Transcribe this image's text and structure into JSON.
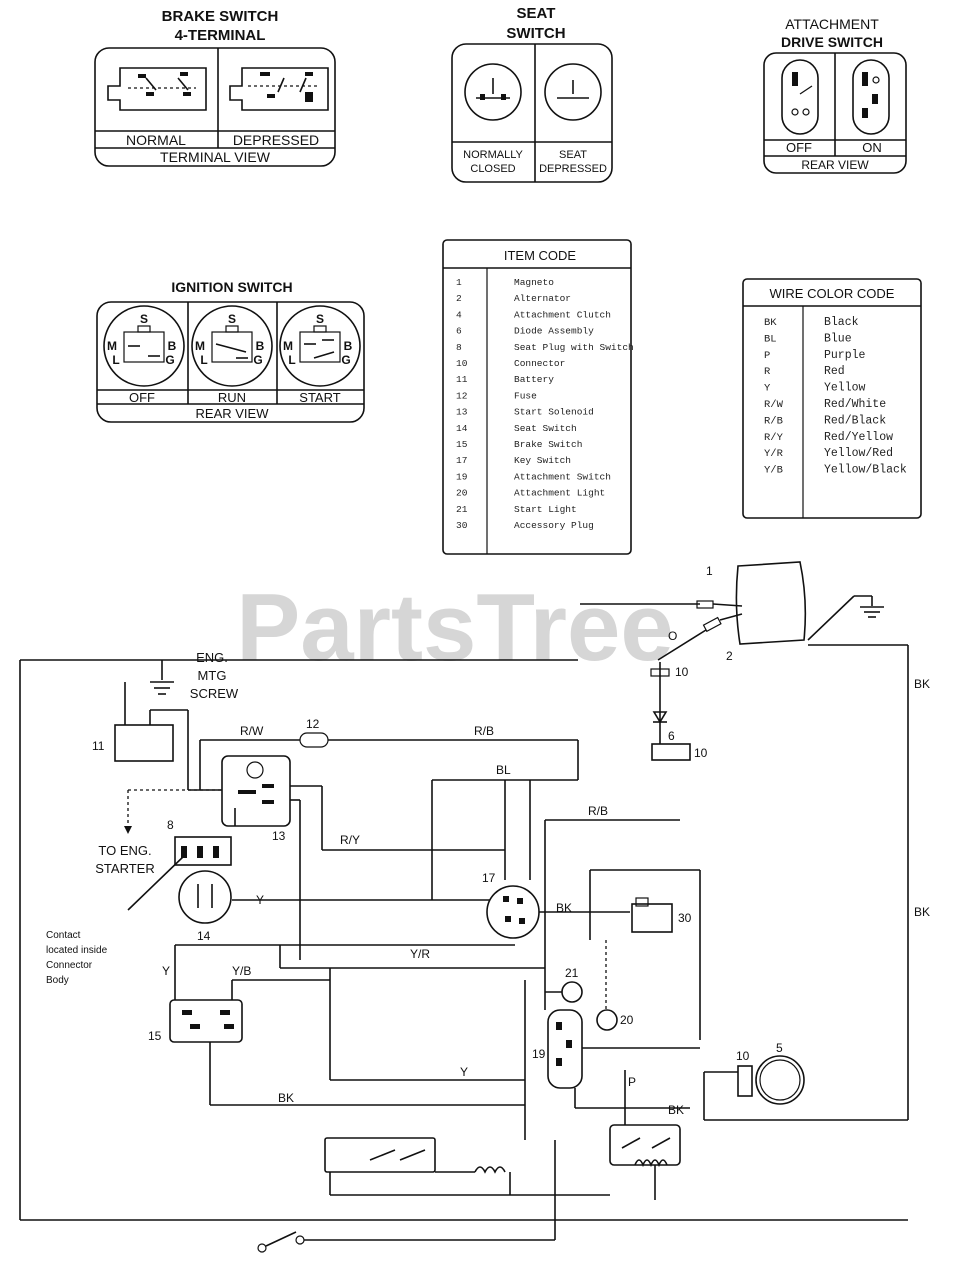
{
  "watermark": "PartsTree",
  "brake_switch": {
    "title": [
      "BRAKE SWITCH",
      "4-TERMINAL"
    ],
    "states": [
      "NORMAL",
      "DEPRESSED"
    ],
    "footer": "TERMINAL VIEW"
  },
  "seat_switch": {
    "title": [
      "SEAT",
      "SWITCH"
    ],
    "states": [
      [
        "NORMALLY",
        "CLOSED"
      ],
      [
        "SEAT",
        "DEPRESSED"
      ]
    ]
  },
  "attachment_switch": {
    "title": [
      "ATTACHMENT",
      "DRIVE SWITCH"
    ],
    "states": [
      "OFF",
      "ON"
    ],
    "footer": "REAR VIEW"
  },
  "ignition_switch": {
    "title": "IGNITION SWITCH",
    "terminals": [
      "S",
      "M",
      "B",
      "L",
      "G"
    ],
    "states": [
      "OFF",
      "RUN",
      "START"
    ],
    "footer": "REAR VIEW"
  },
  "item_code": {
    "title": "ITEM CODE",
    "rows": [
      [
        "1",
        "Magneto"
      ],
      [
        "2",
        "Alternator"
      ],
      [
        "4",
        "Attachment Clutch"
      ],
      [
        "6",
        "Diode Assembly"
      ],
      [
        "8",
        "Seat Plug with Switch"
      ],
      [
        "10",
        "Connector"
      ],
      [
        "11",
        "Battery"
      ],
      [
        "12",
        "Fuse"
      ],
      [
        "13",
        "Start Solenoid"
      ],
      [
        "14",
        "Seat Switch"
      ],
      [
        "15",
        "Brake Switch"
      ],
      [
        "17",
        "Key Switch"
      ],
      [
        "19",
        "Attachment Switch"
      ],
      [
        "20",
        "Attachment Light"
      ],
      [
        "21",
        "Start Light"
      ],
      [
        "30",
        "Accessory Plug"
      ]
    ]
  },
  "wire_color_code": {
    "title": "WIRE COLOR CODE",
    "rows": [
      [
        "BK",
        "Black"
      ],
      [
        "BL",
        "Blue"
      ],
      [
        "P",
        "Purple"
      ],
      [
        "R",
        "Red"
      ],
      [
        "Y",
        "Yellow"
      ],
      [
        "R/W",
        "Red/White"
      ],
      [
        "R/B",
        "Red/Black"
      ],
      [
        "R/Y",
        "Red/Yellow"
      ],
      [
        "Y/R",
        "Yellow/Red"
      ],
      [
        "Y/B",
        "Yellow/Black"
      ]
    ]
  },
  "schematic": {
    "ground_label": [
      "ENG.",
      "MTG",
      "SCREW"
    ],
    "starter_label": [
      "TO ENG.",
      "STARTER"
    ],
    "contact_note": [
      "Contact",
      "located inside",
      "Connector",
      "Body"
    ],
    "numbers": {
      "n1": "1",
      "n2": "2",
      "n5": "5",
      "n6": "6",
      "n8": "8",
      "n10a": "10",
      "n10b": "10",
      "n10c": "10",
      "n11": "11",
      "n12": "12",
      "n13": "13",
      "n14": "14",
      "n15": "15",
      "n17": "17",
      "n19": "19",
      "n20": "20",
      "n21": "21",
      "n30": "30"
    },
    "wires": {
      "rw": "R/W",
      "rb1": "R/B",
      "rb2": "R/B",
      "bl": "BL",
      "ry": "R/Y",
      "y1": "Y",
      "y2": "Y",
      "y3": "Y",
      "yr": "Y/R",
      "yb": "Y/B",
      "bk1": "BK",
      "bk2": "BK",
      "bk3": "BK",
      "bk4": "BK",
      "bk5": "BK",
      "p": "P",
      "o": "O"
    }
  }
}
